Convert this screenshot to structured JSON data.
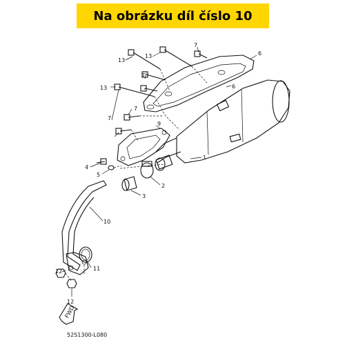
{
  "banner": {
    "text": "Na obrázku díl číslo 10",
    "background_color": "#ffd600"
  },
  "diagram": {
    "code": "52S1300-L080",
    "fwd_label": "FWD",
    "callouts": [
      {
        "key": "13a",
        "text": "13"
      },
      {
        "key": "7a",
        "text": "7"
      },
      {
        "key": "6a",
        "text": "6"
      },
      {
        "key": "13b",
        "text": "13"
      },
      {
        "key": "7b",
        "text": "7"
      },
      {
        "key": "13c",
        "text": "13"
      },
      {
        "key": "6b",
        "text": "6"
      },
      {
        "key": "7c",
        "text": "7"
      },
      {
        "key": "9",
        "text": "9"
      },
      {
        "key": "7d",
        "text": "7"
      },
      {
        "key": "1",
        "text": "1"
      },
      {
        "key": "4",
        "text": "4"
      },
      {
        "key": "5",
        "text": "5"
      },
      {
        "key": "2",
        "text": "2"
      },
      {
        "key": "3",
        "text": "3"
      },
      {
        "key": "10",
        "text": "10"
      },
      {
        "key": "11",
        "text": "11"
      },
      {
        "key": "12a",
        "text": "12"
      },
      {
        "key": "12b",
        "text": "12"
      }
    ]
  }
}
